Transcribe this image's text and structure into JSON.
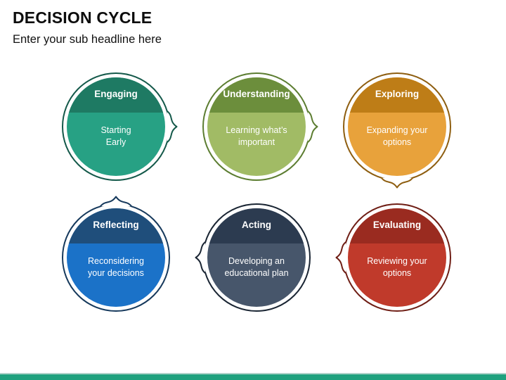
{
  "slide": {
    "title": "DECISION CYCLE",
    "subtitle": "Enter your sub headline here",
    "accent_bar_color": "#1FA17E"
  },
  "bubbles": [
    {
      "label": "Engaging",
      "description": "Starting\nEarly",
      "top_color": "#1E7A63",
      "bottom_color": "#27A184",
      "ring_color": "#14594A",
      "tail": "right"
    },
    {
      "label": "Understanding",
      "description": "Learning what’s\nimportant",
      "top_color": "#6C8E3C",
      "bottom_color": "#A1BB65",
      "ring_color": "#5C7D31",
      "tail": "right"
    },
    {
      "label": "Exploring",
      "description": "Expanding your\noptions",
      "top_color": "#BE7D17",
      "bottom_color": "#E8A23B",
      "ring_color": "#8E5E10",
      "tail": "down"
    },
    {
      "label": "Reflecting",
      "description": "Reconsidering\nyour decisions",
      "top_color": "#1F4E7B",
      "bottom_color": "#1B72C8",
      "ring_color": "#16395C",
      "tail": "up"
    },
    {
      "label": "Acting",
      "description": "Developing an\neducational plan",
      "top_color": "#2C3B50",
      "bottom_color": "#47566B",
      "ring_color": "#1A2533",
      "tail": "left"
    },
    {
      "label": "Evaluating",
      "description": "Reviewing your\noptions",
      "top_color": "#9A2B20",
      "bottom_color": "#C03A2B",
      "ring_color": "#6F1E15",
      "tail": "left"
    }
  ]
}
